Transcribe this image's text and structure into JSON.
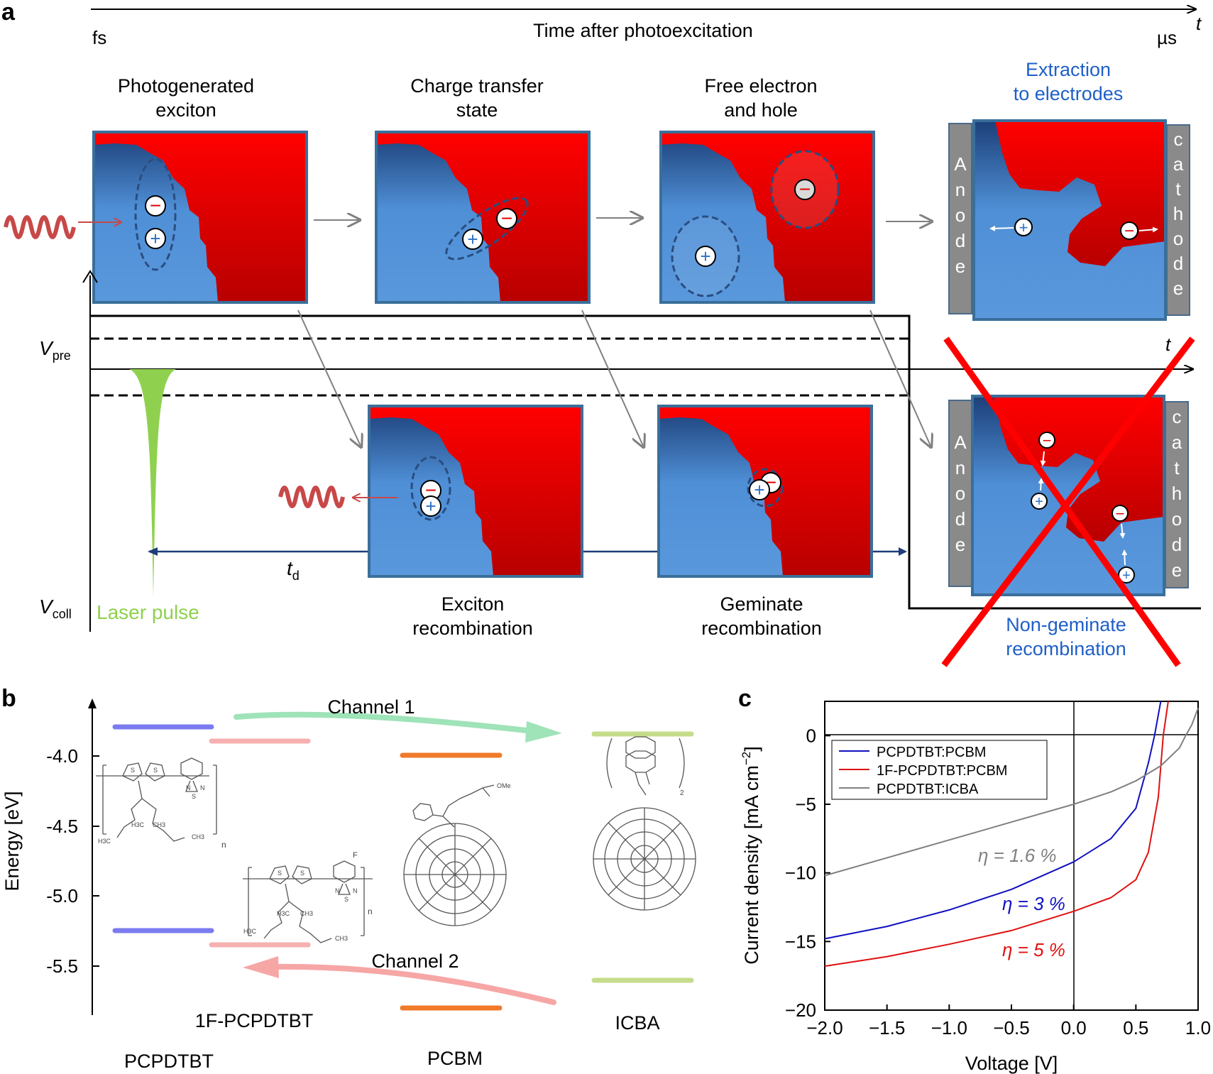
{
  "panel_a": {
    "label": "a",
    "axis_time_label": "Time after photoexcitation",
    "axis_start": "fs",
    "axis_end": "µs",
    "axis_t": "t",
    "stages_top": [
      {
        "line1": "Photogenerated",
        "line2": "exciton"
      },
      {
        "line1": "Charge transfer",
        "line2": "state"
      },
      {
        "line1": "Free electron",
        "line2": "and hole"
      },
      {
        "line1": "Extraction",
        "line2": "to electrodes"
      }
    ],
    "stages_bottom": [
      {
        "line1": "Exciton",
        "line2": "recombination"
      },
      {
        "line1": "Geminate",
        "line2": "recombination"
      },
      {
        "line1": "Non-geminate",
        "line2": "recombination"
      }
    ],
    "anode_label": "Anode",
    "cathode_label": "cathode",
    "v_pre": {
      "main": "V",
      "sub": "pre"
    },
    "v_coll": {
      "main": "V",
      "sub": "coll"
    },
    "t_delay": {
      "main": "t",
      "sub": "d"
    },
    "t_axis2": "t",
    "laser_label": "Laser pulse",
    "minus": "−",
    "plus": "+",
    "colors": {
      "donor": "#4f8fd6",
      "acceptor": "#e00000",
      "laser": "#8fd14f",
      "blue_text": "#1f5fc8",
      "cross": "#ff0000"
    }
  },
  "panel_b": {
    "label": "b",
    "ylabel": "Energy [eV]",
    "yticks": [
      "-4.0",
      "-4.5",
      "-5.0",
      "-5.5"
    ],
    "channel1": "Channel 1",
    "channel2": "Channel 2",
    "materials": [
      "1F-PCPDTBT",
      "ICBA",
      "PCPDTBT",
      "PCBM"
    ],
    "chem_labels": {
      "ome": "OMe",
      "n": "n",
      "two": "2",
      "F": "F",
      "S": "S",
      "N": "N",
      "ch3": "CH3",
      "h3c": "H3C"
    }
  },
  "panel_c": {
    "label": "c",
    "chart_data": {
      "type": "line",
      "xlabel": "Voltage [V]",
      "ylabel": "Current density [mA cm−2]",
      "ylabel_main": "Current density [mA cm",
      "ylabel_sup": "−2",
      "ylabel_end": "]",
      "xlim": [
        -2.0,
        1.0
      ],
      "ylim": [
        -20,
        2.5
      ],
      "xticks": [
        "−2.0",
        "−1.5",
        "−1.0",
        "−0.5",
        "0.0",
        "0.5",
        "1.0"
      ],
      "yticks": [
        "0",
        "−5",
        "−10",
        "−15",
        "−20"
      ],
      "legend_position": "top-left",
      "series": [
        {
          "name": "PCPDTBT:PCBM",
          "color": "#1010c0",
          "annotation": "η = 3 %",
          "x": [
            -2.0,
            -1.5,
            -1.0,
            -0.5,
            0.0,
            0.3,
            0.5,
            0.6,
            0.65,
            0.7
          ],
          "y": [
            -14.8,
            -13.9,
            -12.7,
            -11.2,
            -9.2,
            -7.5,
            -5.3,
            -2.0,
            0.0,
            2.5
          ]
        },
        {
          "name": "1F-PCPDTBT:PCBM",
          "color": "#e01010",
          "annotation": "η = 5 %",
          "x": [
            -2.0,
            -1.5,
            -1.0,
            -0.5,
            0.0,
            0.3,
            0.5,
            0.6,
            0.68,
            0.72,
            0.76
          ],
          "y": [
            -16.8,
            -16.1,
            -15.2,
            -14.2,
            -12.8,
            -11.8,
            -10.5,
            -8.5,
            -4.5,
            0.0,
            2.5
          ]
        },
        {
          "name": "PCPDTBT:ICBA",
          "color": "#808080",
          "annotation": "η = 1.6 %",
          "x": [
            -2.0,
            -1.5,
            -1.0,
            -0.5,
            0.0,
            0.3,
            0.5,
            0.7,
            0.85,
            0.9,
            0.95,
            1.0
          ],
          "y": [
            -10.2,
            -8.9,
            -7.6,
            -6.3,
            -5.0,
            -4.1,
            -3.3,
            -2.2,
            -0.9,
            0.0,
            0.8,
            2.0
          ]
        }
      ]
    }
  }
}
